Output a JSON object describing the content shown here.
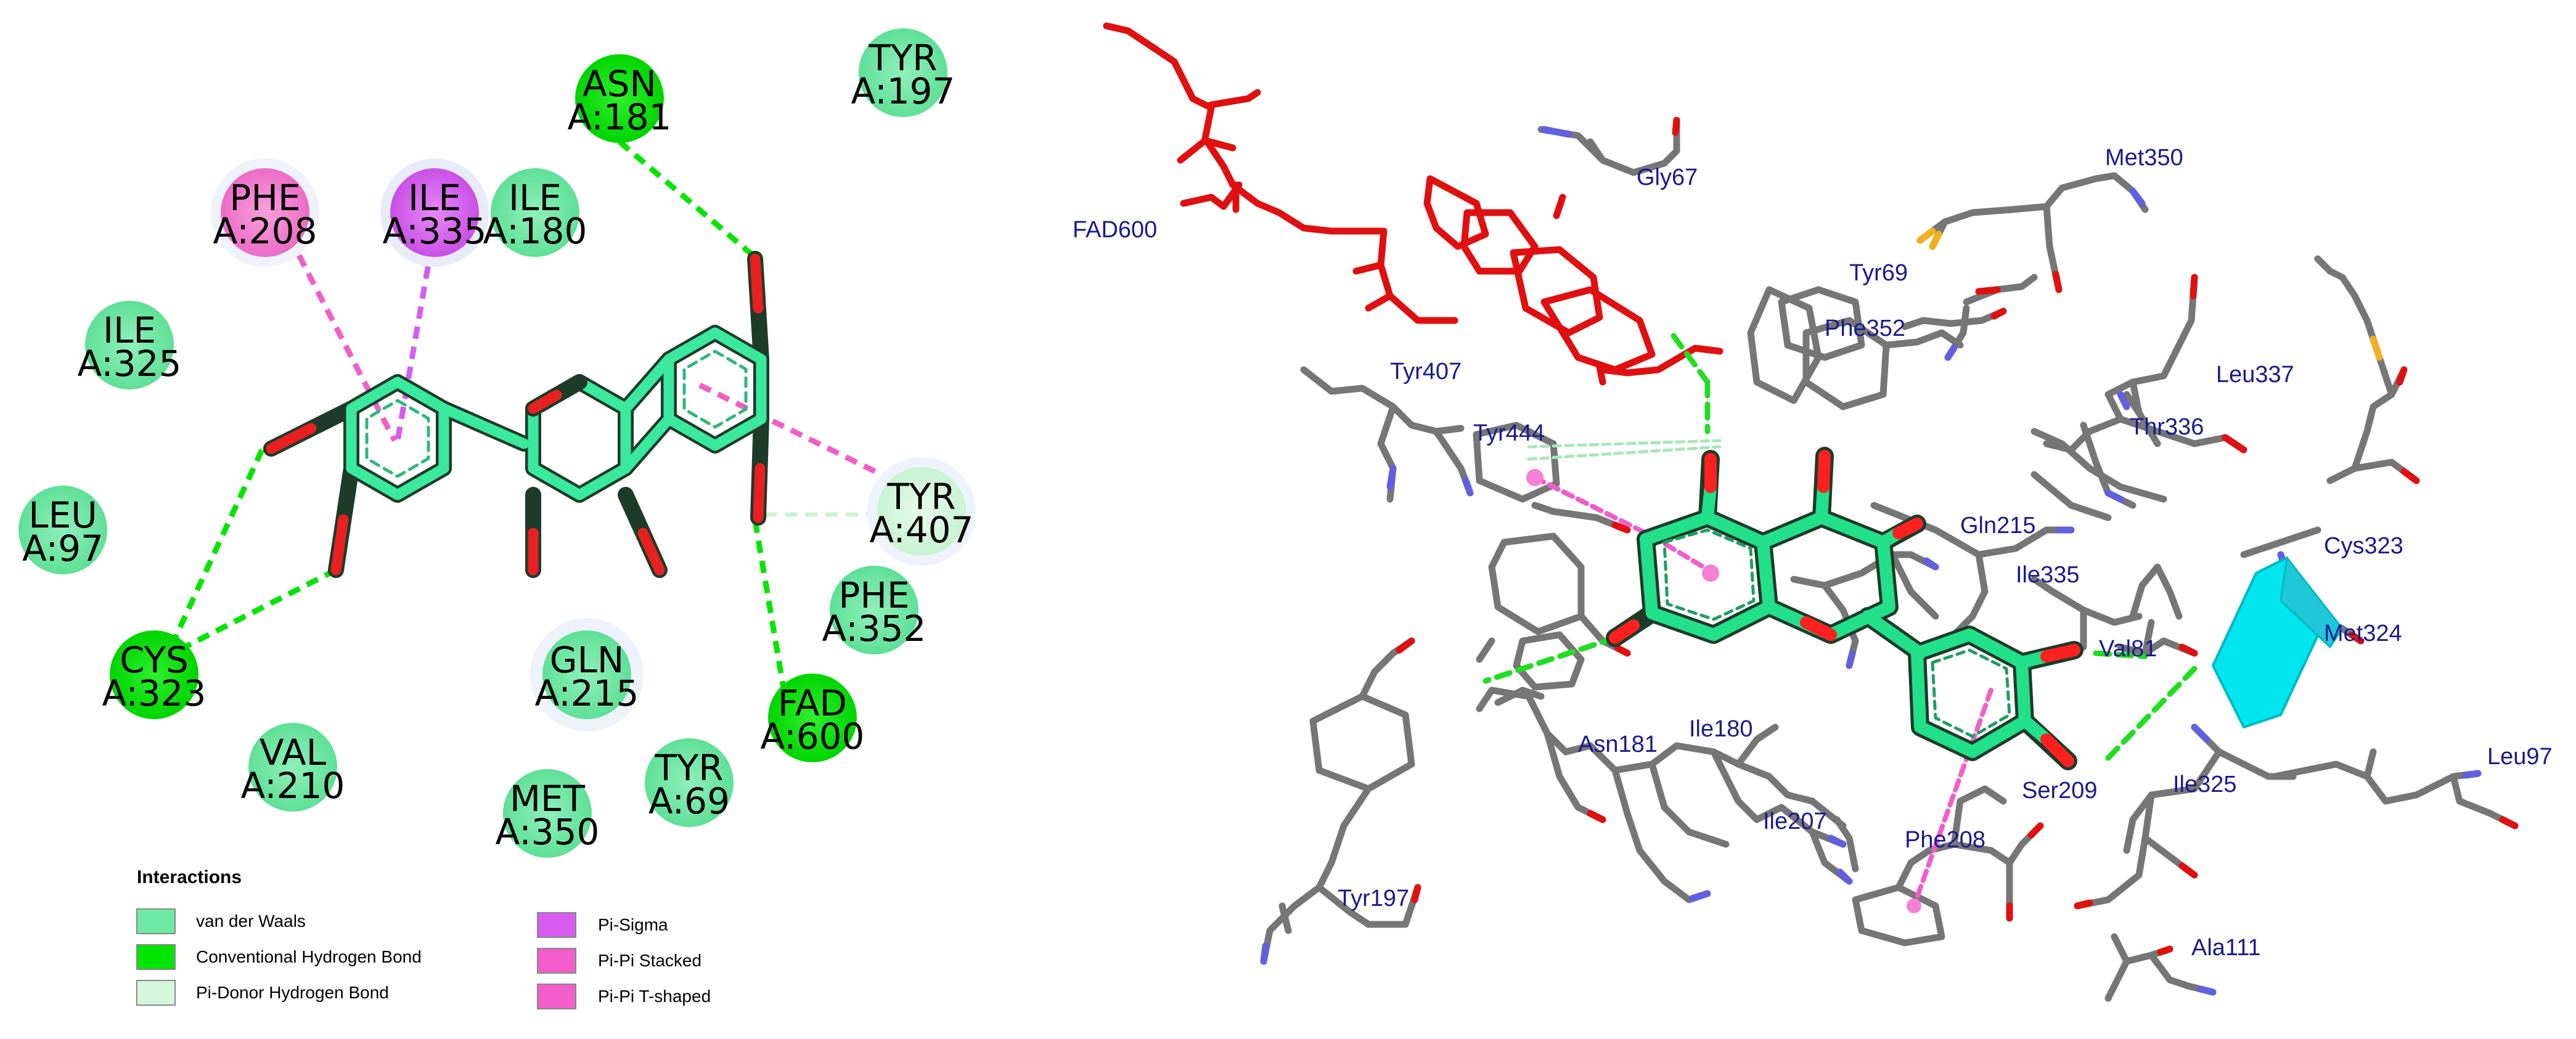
{
  "diagram_2d": {
    "residues": [
      {
        "id": "asn181",
        "name": "ASN",
        "pos": "A:181",
        "kind": "hbond"
      },
      {
        "id": "tyr197",
        "name": "TYR",
        "pos": "A:197",
        "kind": "vdw"
      },
      {
        "id": "phe208",
        "name": "PHE",
        "pos": "A:208",
        "kind": "pipi"
      },
      {
        "id": "ile335",
        "name": "ILE",
        "pos": "A:335",
        "kind": "pisigma"
      },
      {
        "id": "ile180",
        "name": "ILE",
        "pos": "A:180",
        "kind": "vdw"
      },
      {
        "id": "ile325",
        "name": "ILE",
        "pos": "A:325",
        "kind": "vdw"
      },
      {
        "id": "leu97",
        "name": "LEU",
        "pos": "A:97",
        "kind": "vdw"
      },
      {
        "id": "tyr407",
        "name": "TYR",
        "pos": "A:407",
        "kind": "pidonor"
      },
      {
        "id": "phe352",
        "name": "PHE",
        "pos": "A:352",
        "kind": "vdw"
      },
      {
        "id": "cys323",
        "name": "CYS",
        "pos": "A:323",
        "kind": "hbond"
      },
      {
        "id": "gln215",
        "name": "GLN",
        "pos": "A:215",
        "kind": "vdw"
      },
      {
        "id": "fad600",
        "name": "FAD",
        "pos": "A:600",
        "kind": "hbond"
      },
      {
        "id": "val210",
        "name": "VAL",
        "pos": "A:210",
        "kind": "vdw"
      },
      {
        "id": "tyr69",
        "name": "TYR",
        "pos": "A:69",
        "kind": "vdw"
      },
      {
        "id": "met350",
        "name": "MET",
        "pos": "A:350",
        "kind": "vdw"
      }
    ],
    "legend": {
      "title": "Interactions",
      "items": [
        {
          "label": "van der Waals",
          "color": "#6ee9a4"
        },
        {
          "label": "Conventional Hydrogen Bond",
          "color": "#00e600"
        },
        {
          "label": "Pi-Donor Hydrogen Bond",
          "color": "#d4f7dc"
        },
        {
          "label": "Pi-Sigma",
          "color": "#d65cf0"
        },
        {
          "label": "Pi-Pi Stacked",
          "color": "#f15ec9"
        },
        {
          "label": "Pi-Pi T-shaped",
          "color": "#f15ec9"
        }
      ]
    }
  },
  "view_3d": {
    "labels": [
      {
        "id": "fad600",
        "text": "FAD600"
      },
      {
        "id": "gly67",
        "text": "Gly67"
      },
      {
        "id": "met350",
        "text": "Met350"
      },
      {
        "id": "tyr69",
        "text": "Tyr69"
      },
      {
        "id": "phe352",
        "text": "Phe352"
      },
      {
        "id": "tyr407",
        "text": "Tyr407"
      },
      {
        "id": "leu337",
        "text": "Leu337"
      },
      {
        "id": "tyr444",
        "text": "Tyr444"
      },
      {
        "id": "thr336",
        "text": "Thr336"
      },
      {
        "id": "gln215",
        "text": "Gln215"
      },
      {
        "id": "cys323",
        "text": "Cys323"
      },
      {
        "id": "ile335",
        "text": "Ile335"
      },
      {
        "id": "met324",
        "text": "Met324"
      },
      {
        "id": "val81",
        "text": "Val81"
      },
      {
        "id": "asn181",
        "text": "Asn181"
      },
      {
        "id": "ile180",
        "text": "Ile180"
      },
      {
        "id": "ser209",
        "text": "Ser209"
      },
      {
        "id": "ile325",
        "text": "Ile325"
      },
      {
        "id": "leu97",
        "text": "Leu97"
      },
      {
        "id": "ile207",
        "text": "Ile207"
      },
      {
        "id": "phe208",
        "text": "Phe208"
      },
      {
        "id": "tyr197",
        "text": "Tyr197"
      },
      {
        "id": "ala111",
        "text": "Ala111"
      }
    ]
  },
  "colors": {
    "vdw": "#6ee9a4",
    "hbond": "#00e600",
    "pidonor": "#d4f7dc",
    "pisigma": "#d65cf0",
    "pipi": "#f15ec9",
    "ligand": "#22e08a",
    "fad": "#e01010",
    "protein": "#7a7a7a",
    "helix": "#00e5ee",
    "label": "#1a1a8c"
  }
}
